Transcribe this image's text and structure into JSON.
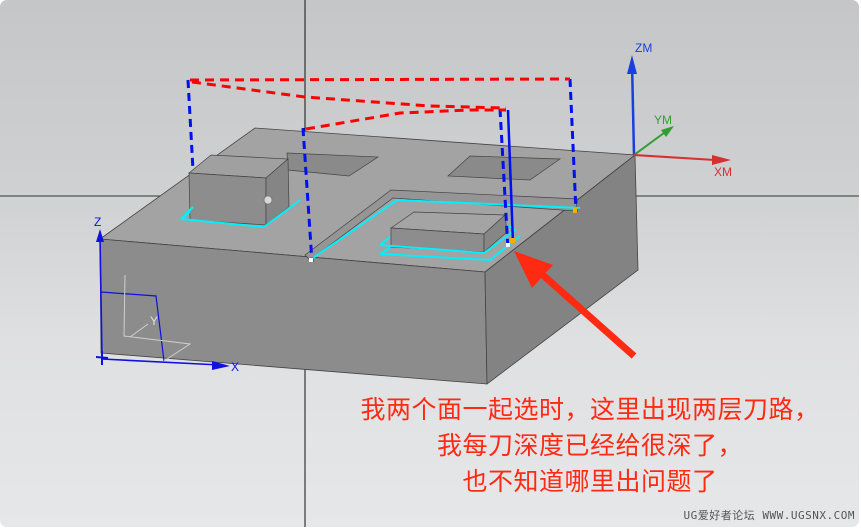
{
  "viewport": {
    "background_top": "#c5c6c8",
    "background_bottom": "#e6e7e9"
  },
  "csys_mcs": {
    "z_label": "ZM",
    "y_label": "YM",
    "x_label": "XM",
    "z_color": "#1a3ee0",
    "y_color": "#2fa02f",
    "x_color": "#d63030"
  },
  "csys_wcs": {
    "z_label": "Z",
    "y_label": "Y",
    "x_label": "X",
    "color": "#1010e0"
  },
  "toolpath": {
    "rapid_color": "#ff0000",
    "engage_color": "#0010ee",
    "cut_color": "#00f0ff"
  },
  "annotation": {
    "lines": [
      "我两个面一起选时，这里出现两层刀路，",
      "我每刀深度已经给很深了，",
      "也不知道哪里出问题了"
    ],
    "color": "#ff2a12"
  },
  "watermark": "UG爱好者论坛 WWW.UGSNX.COM"
}
